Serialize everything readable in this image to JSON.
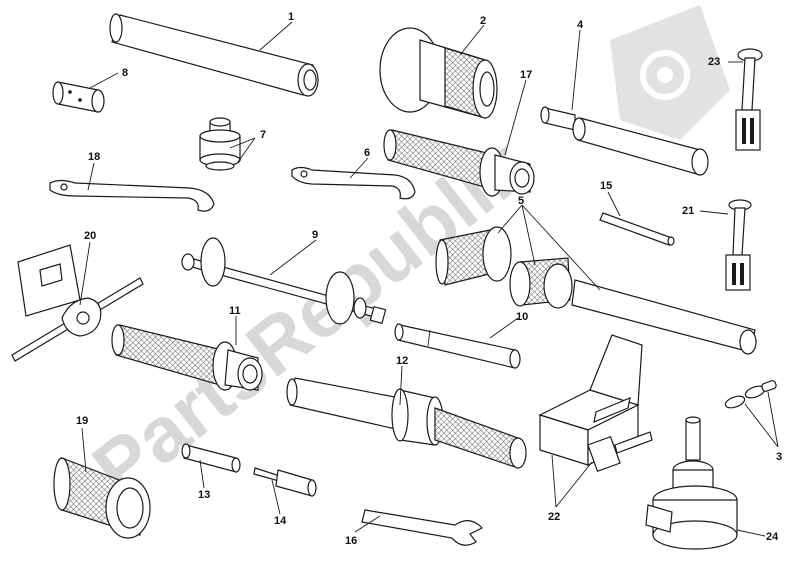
{
  "watermark": {
    "text": "PartsRepublik",
    "color": "#d8d8d8"
  },
  "callouts": [
    {
      "id": "c1",
      "label": "1"
    },
    {
      "id": "c2",
      "label": "2"
    },
    {
      "id": "c3",
      "label": "3"
    },
    {
      "id": "c4",
      "label": "4"
    },
    {
      "id": "c5",
      "label": "5"
    },
    {
      "id": "c6",
      "label": "6"
    },
    {
      "id": "c7",
      "label": "7"
    },
    {
      "id": "c8",
      "label": "8"
    },
    {
      "id": "c9",
      "label": "9"
    },
    {
      "id": "c10",
      "label": "10"
    },
    {
      "id": "c11",
      "label": "11"
    },
    {
      "id": "c12",
      "label": "12"
    },
    {
      "id": "c13",
      "label": "13"
    },
    {
      "id": "c14",
      "label": "14"
    },
    {
      "id": "c15",
      "label": "15"
    },
    {
      "id": "c16",
      "label": "16"
    },
    {
      "id": "c17",
      "label": "17"
    },
    {
      "id": "c18",
      "label": "18"
    },
    {
      "id": "c19",
      "label": "19"
    },
    {
      "id": "c20",
      "label": "20"
    },
    {
      "id": "c21",
      "label": "21"
    },
    {
      "id": "c22",
      "label": "22"
    },
    {
      "id": "c23",
      "label": "23"
    },
    {
      "id": "c24",
      "label": "24"
    }
  ],
  "icons": [
    "gear-icon"
  ]
}
